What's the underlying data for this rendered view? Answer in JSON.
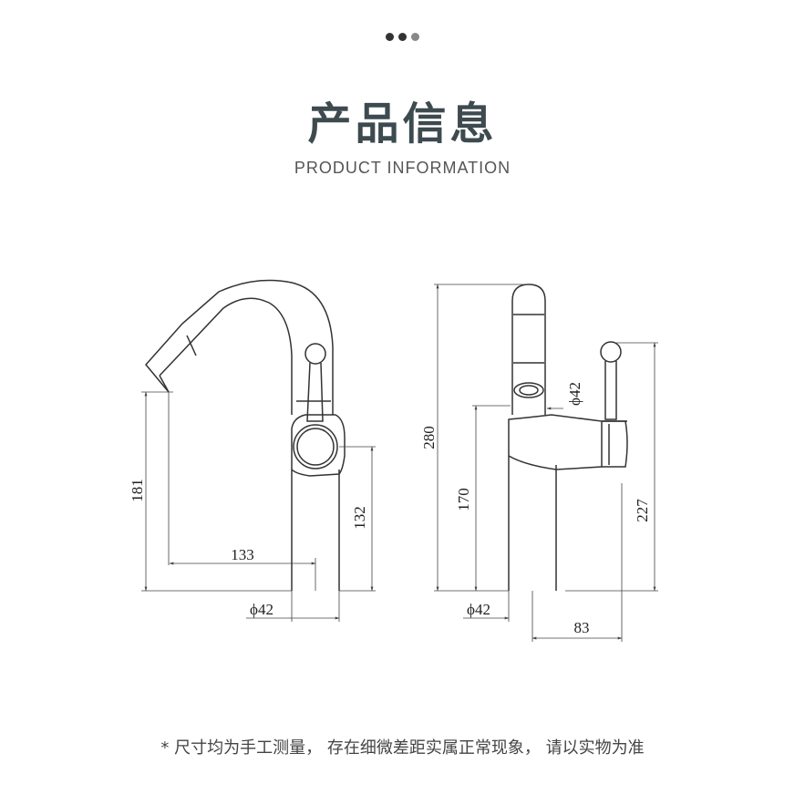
{
  "header": {
    "dots": [
      "dot",
      "dot",
      "dot"
    ],
    "title": "产品信息",
    "subtitle": "PRODUCT INFORMATION"
  },
  "front_view": {
    "spout_height": "181",
    "spout_reach": "133",
    "handle_height": "132",
    "base_diameter": "ϕ42"
  },
  "side_view": {
    "total_height": "280",
    "body_height": "170",
    "handle_height": "227",
    "aerator_diameter": "ϕ42",
    "base_diameter": "ϕ42",
    "handle_offset": "83"
  },
  "footer": {
    "note": "* 尺寸均为手工测量，  存在细微差距实属正常现象，  请以实物为准"
  }
}
